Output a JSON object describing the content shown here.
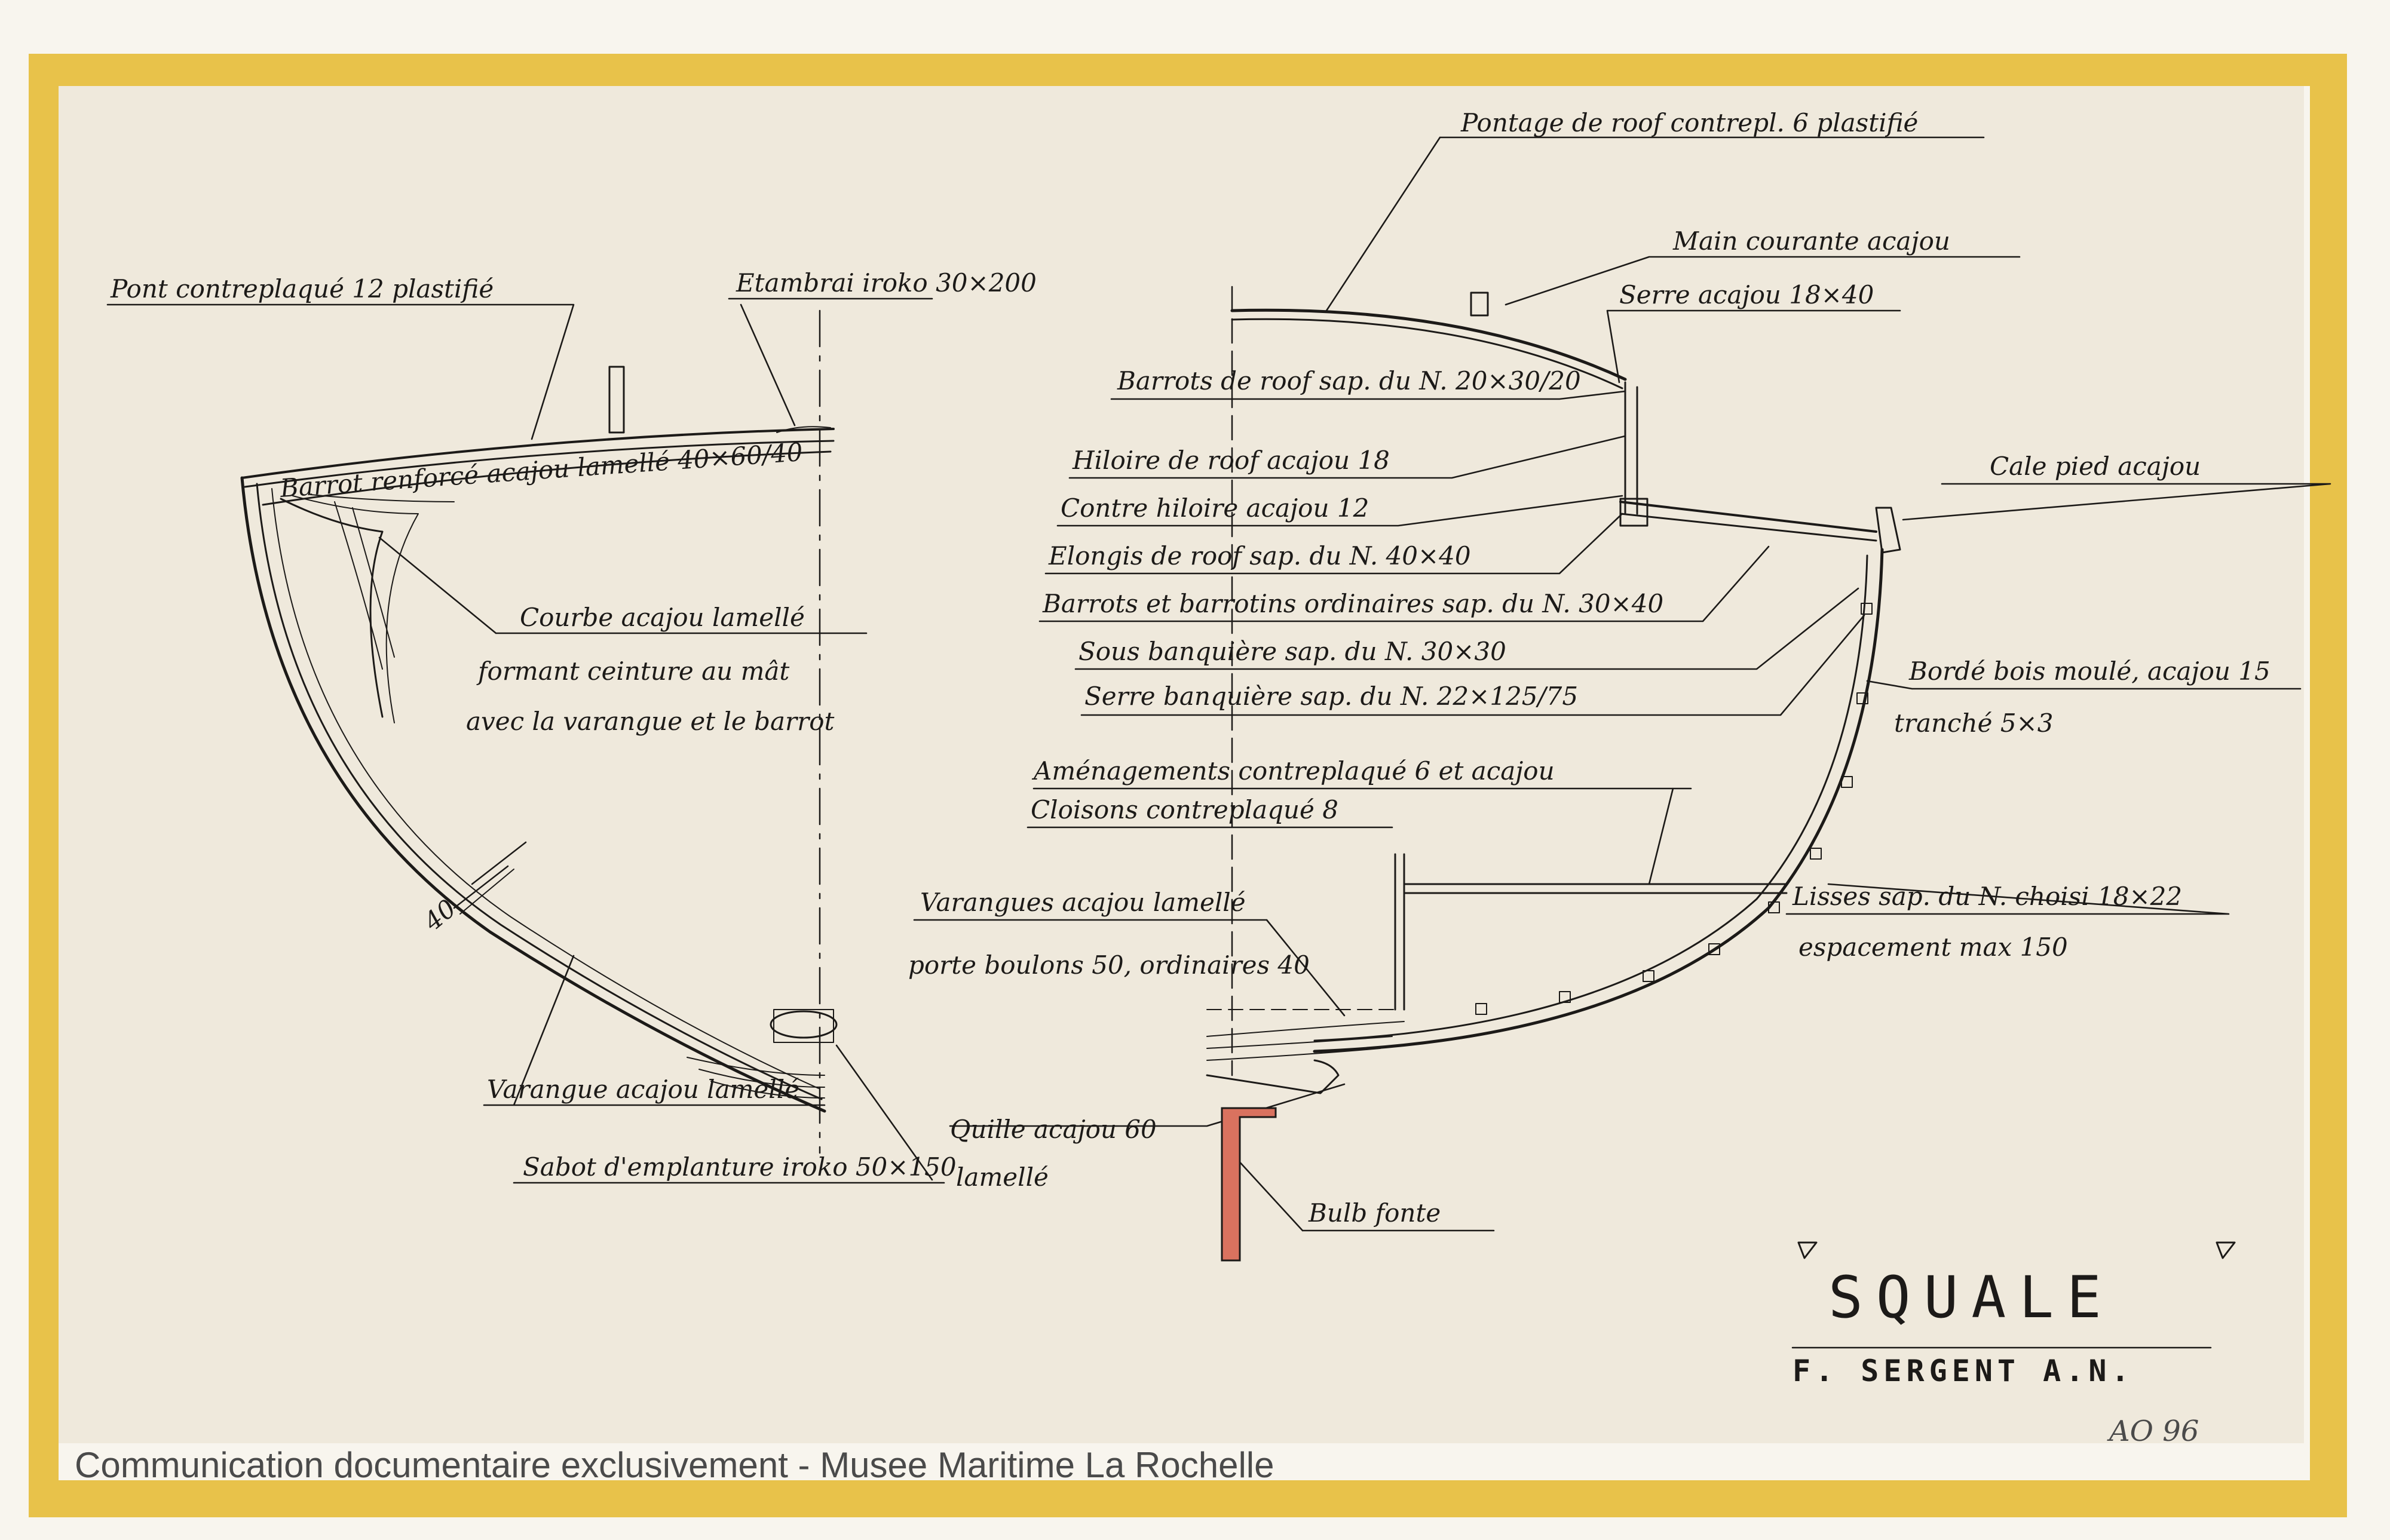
{
  "drawing": {
    "title": "SQUALE",
    "author": "F. SERGENT A.N.",
    "reference": "AO 96",
    "watermark": "Communication documentaire exclusivement - Musee Maritime La Rochelle"
  },
  "left_section": {
    "labels": [
      "Pont contreplaqué 12 plastifié",
      "Etambrai iroko 30×200",
      "Barrot renforcé acajou lamellé 40×60/40",
      "Courbe acajou lamellé",
      "formant ceinture au mât",
      "avec la varangue et le barrot",
      "40",
      "Varangue acajou lamellé",
      "Sabot d'emplanture iroko 50×150",
      "lamellé"
    ]
  },
  "right_section": {
    "labels": [
      "Pontage de roof contrepl. 6 plastifié",
      "Main courante acajou",
      "Serre acajou 18×40",
      "Barrots de roof sap. du N. 20×30/20",
      "Hiloire de roof acajou 18",
      "Contre hiloire acajou 12",
      "Elongis de roof sap. du N. 40×40",
      "Barrots et barrotins ordinaires sap. du N. 30×40",
      "Sous banquière sap. du N. 30×30",
      "Serre banquière sap. du N. 22×125/75",
      "Cale pied acajou",
      "Bordé bois moulé, acajou 15",
      "tranché 5×3",
      "Aménagements contreplaqué 6 et acajou",
      "Cloisons contreplaqué 8",
      "Varangues acajou lamellé",
      "porte boulons 50, ordinaires 40",
      "Lisses sap. du N. choisi 18×22",
      "espacement max 150",
      "Quille acajou 60",
      "Bulb fonte"
    ]
  },
  "colors": {
    "tape": "#e8c24a",
    "paper": "#efe9dc",
    "ink": "#1c1a18",
    "bulb": "#d9725f"
  }
}
